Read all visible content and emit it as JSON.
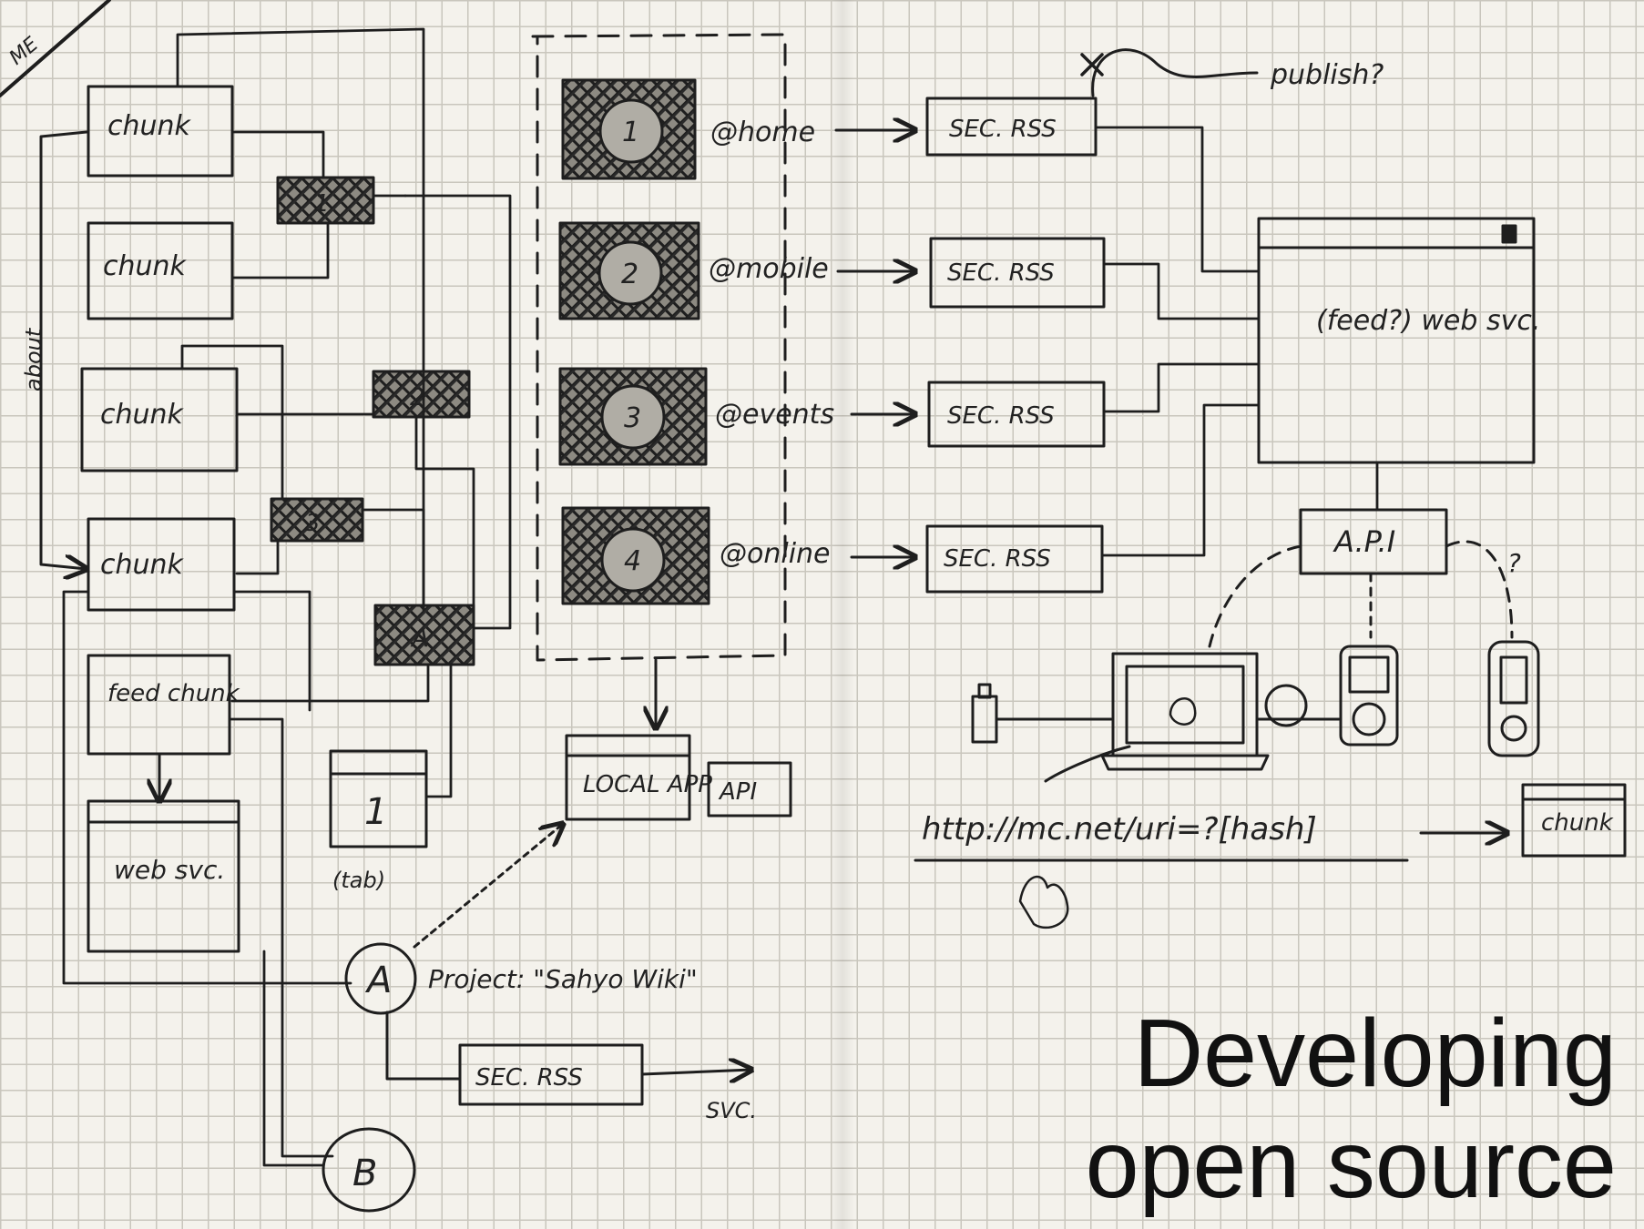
{
  "caption": {
    "line1": "Developing",
    "line2": "open source"
  },
  "sketch": {
    "corner_tag": "ME",
    "side_label": "about",
    "chunks": [
      "chunk",
      "chunk",
      "chunk",
      "chunk"
    ],
    "feed_chunk": "feed chunk",
    "web_svc": "web svc.",
    "small_markers": [
      "1",
      "2",
      "3",
      "A"
    ],
    "tab_box_label": "1",
    "tab_caption": "(tab)",
    "panels": [
      "1",
      "2",
      "3",
      "4"
    ],
    "channels": [
      "@home",
      "@mobile",
      "@events",
      "@online"
    ],
    "sec_rss": "SEC. RSS",
    "publish_note": "publish?",
    "big_box": "(feed?) web svc.",
    "api_right": "A.P.I",
    "local_app": "LOCAL APP",
    "api_middle": "API",
    "node_a": "A",
    "node_a_note": "Project: \"Sahyo Wiki\"",
    "sec_rss_bottom": "SEC. RSS",
    "svc_label": "SVC.",
    "node_b": "B",
    "url": "http://mc.net/uri=?[hash]",
    "chunk_right": "chunk",
    "ipod_label": "?"
  }
}
